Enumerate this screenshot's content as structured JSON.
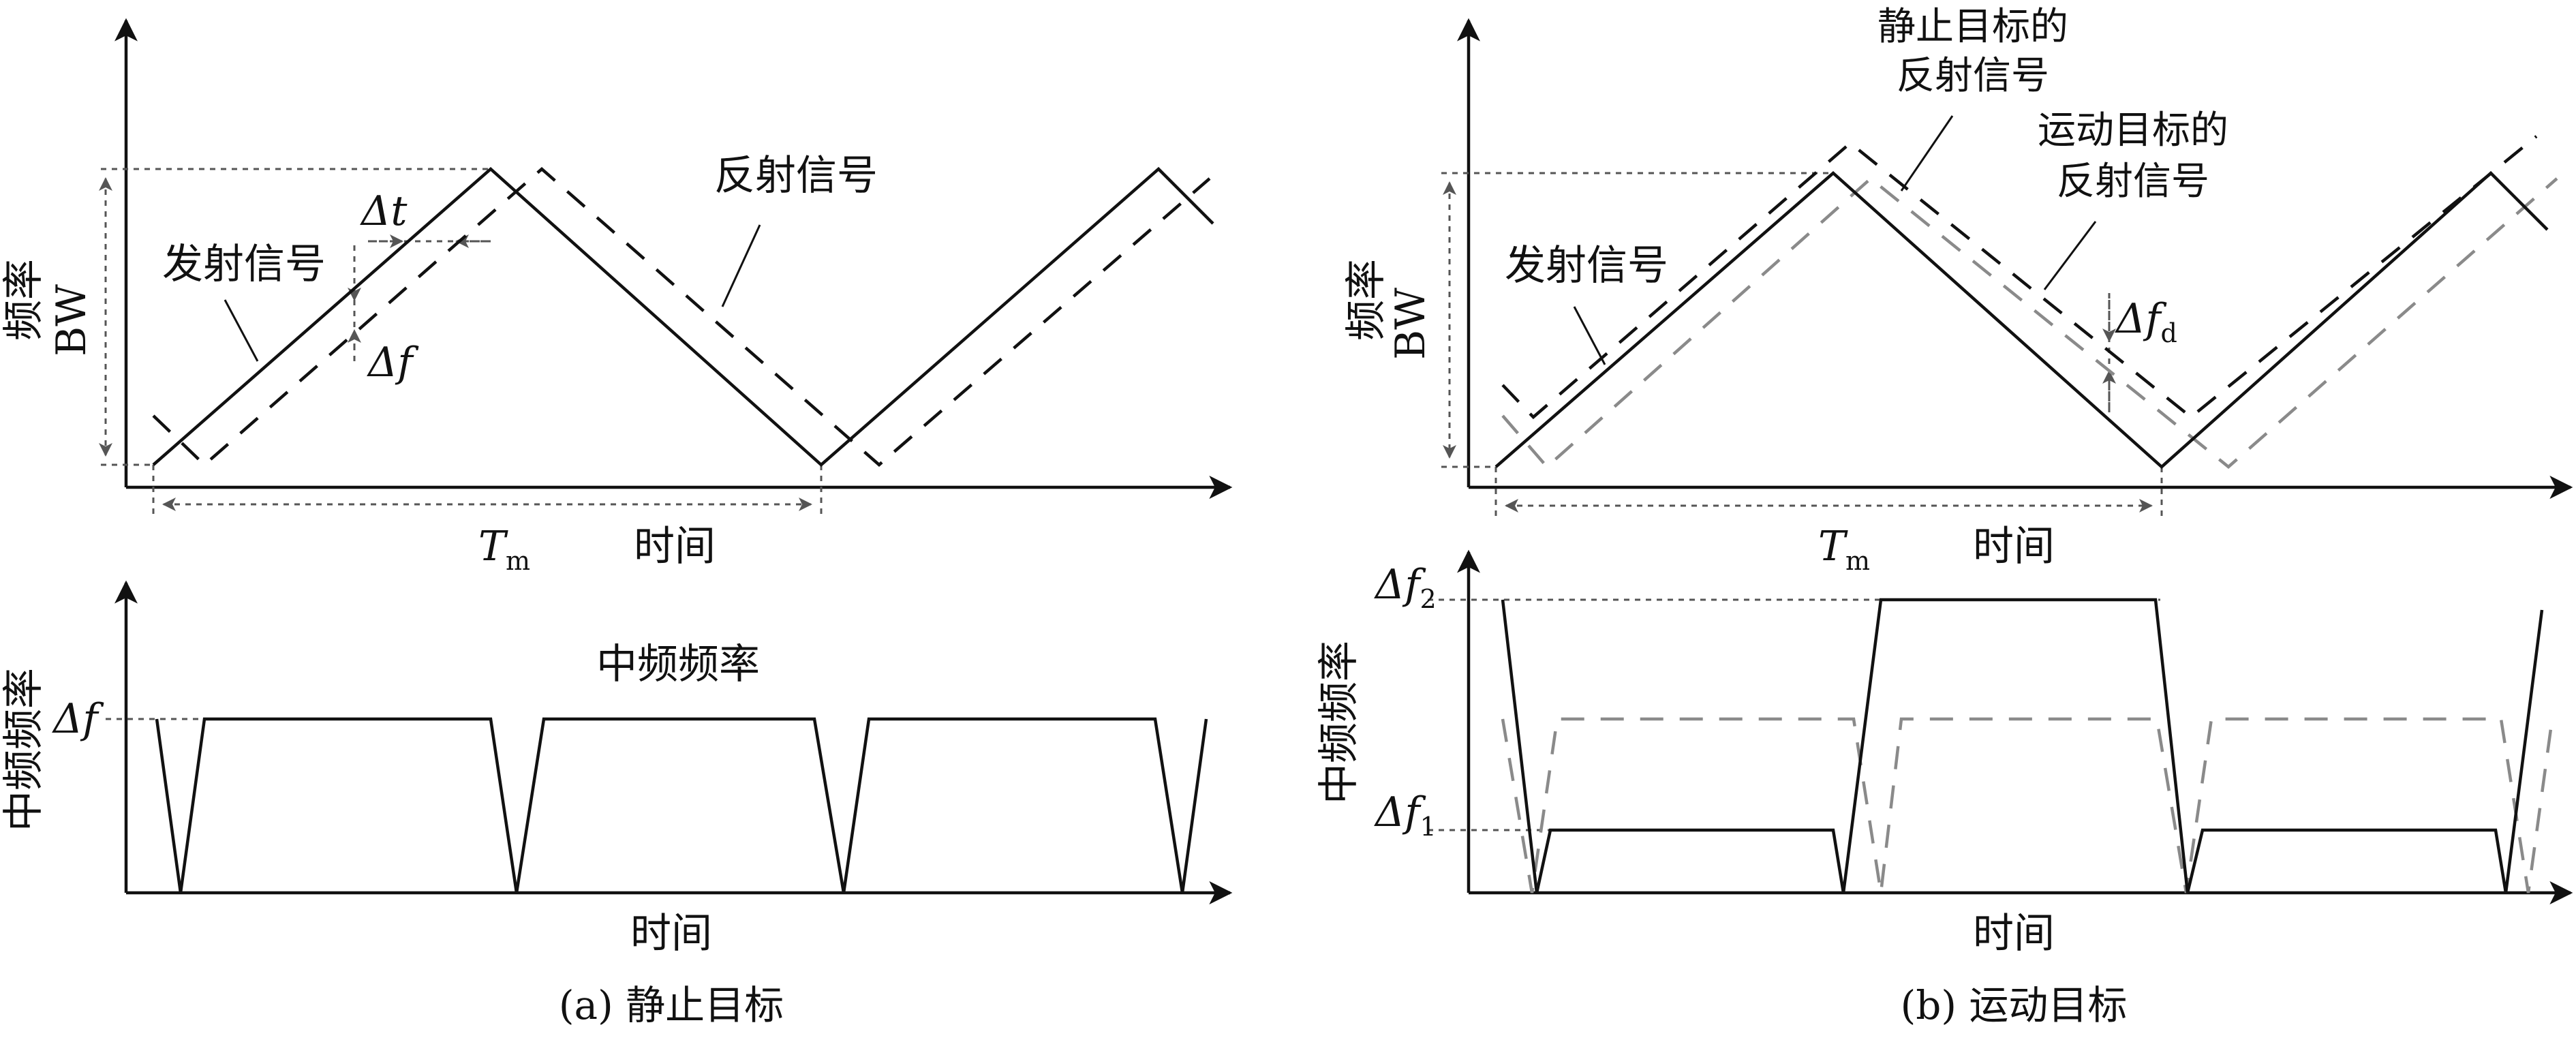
{
  "panel_a": {
    "caption": "(a) 静止目标",
    "top": {
      "y_label": "频率",
      "bw_label": "BW",
      "x_label": "时间",
      "period_label": "T",
      "period_sub": "m",
      "tx_label": "发射信号",
      "rx_label": "反射信号",
      "dt_label": "Δt",
      "df_label": "Δf"
    },
    "bottom": {
      "y_label": "中频频率",
      "x_label": "时间",
      "series_label": "中频频率",
      "level_label": "Δf"
    }
  },
  "panel_b": {
    "caption": "(b) 运动目标",
    "top": {
      "y_label": "频率",
      "bw_label": "BW",
      "x_label": "时间",
      "period_label": "T",
      "period_sub": "m",
      "tx_label": "发射信号",
      "static_rx_line1": "静止目标的",
      "static_rx_line2": "反射信号",
      "moving_rx_line1": "运动目标的",
      "moving_rx_line2": "反射信号",
      "fd_label": "Δf",
      "fd_sub": "d"
    },
    "bottom": {
      "y_label": "中频频率",
      "x_label": "时间",
      "f2_label": "Δf",
      "f2_sub": "2",
      "f1_label": "Δf",
      "f1_sub": "1"
    }
  },
  "colors": {
    "signal": "#111111",
    "moving_reflection": "#8a8a8a",
    "guides": "#555555"
  }
}
